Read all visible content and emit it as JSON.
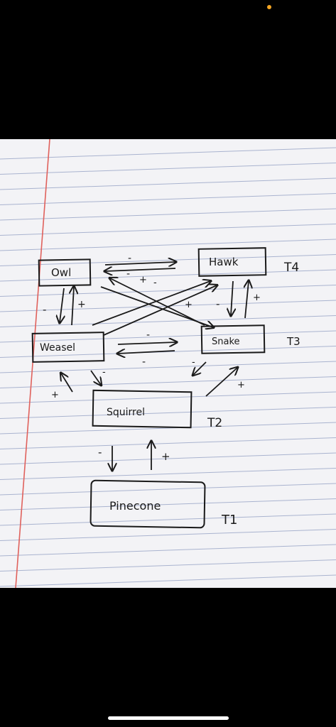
{
  "colors": {
    "background": "#000000",
    "paper": "#f3f3f6",
    "rule_line": "#a9b3cf",
    "margin_line": "#e0615c",
    "ink": "#1a1a1a",
    "status_dot": "#f5a623",
    "home_indicator": "#ffffff"
  },
  "diagram": {
    "nodes": [
      {
        "id": "owl",
        "label": "Owl"
      },
      {
        "id": "hawk",
        "label": "Hawk"
      },
      {
        "id": "weasel",
        "label": "Weasel"
      },
      {
        "id": "snake",
        "label": "Snake"
      },
      {
        "id": "squirrel",
        "label": "Squirrel"
      },
      {
        "id": "pinecone",
        "label": "Pinecone"
      }
    ],
    "levels": {
      "t4": "T4",
      "t3": "T3",
      "t2": "T2",
      "t1": "T1"
    },
    "signs": {
      "owl_hawk_top": "-",
      "owl_hawk_bottom": "-",
      "cross_plus_a": "+",
      "cross_minus": "-",
      "cross_plus_b": "+",
      "owl_weasel_minus": "-",
      "owl_weasel_plus": "+",
      "hawk_snake_minus": "-",
      "hawk_snake_plus": "+",
      "weasel_snake_top": "-",
      "weasel_snake_bottom": "-",
      "weasel_squirrel_plus": "+",
      "weasel_squirrel_minus": "-",
      "snake_squirrel_minus": "-",
      "snake_squirrel_plus": "+",
      "squirrel_pinecone_minus": "-",
      "squirrel_pinecone_plus": "+"
    }
  }
}
